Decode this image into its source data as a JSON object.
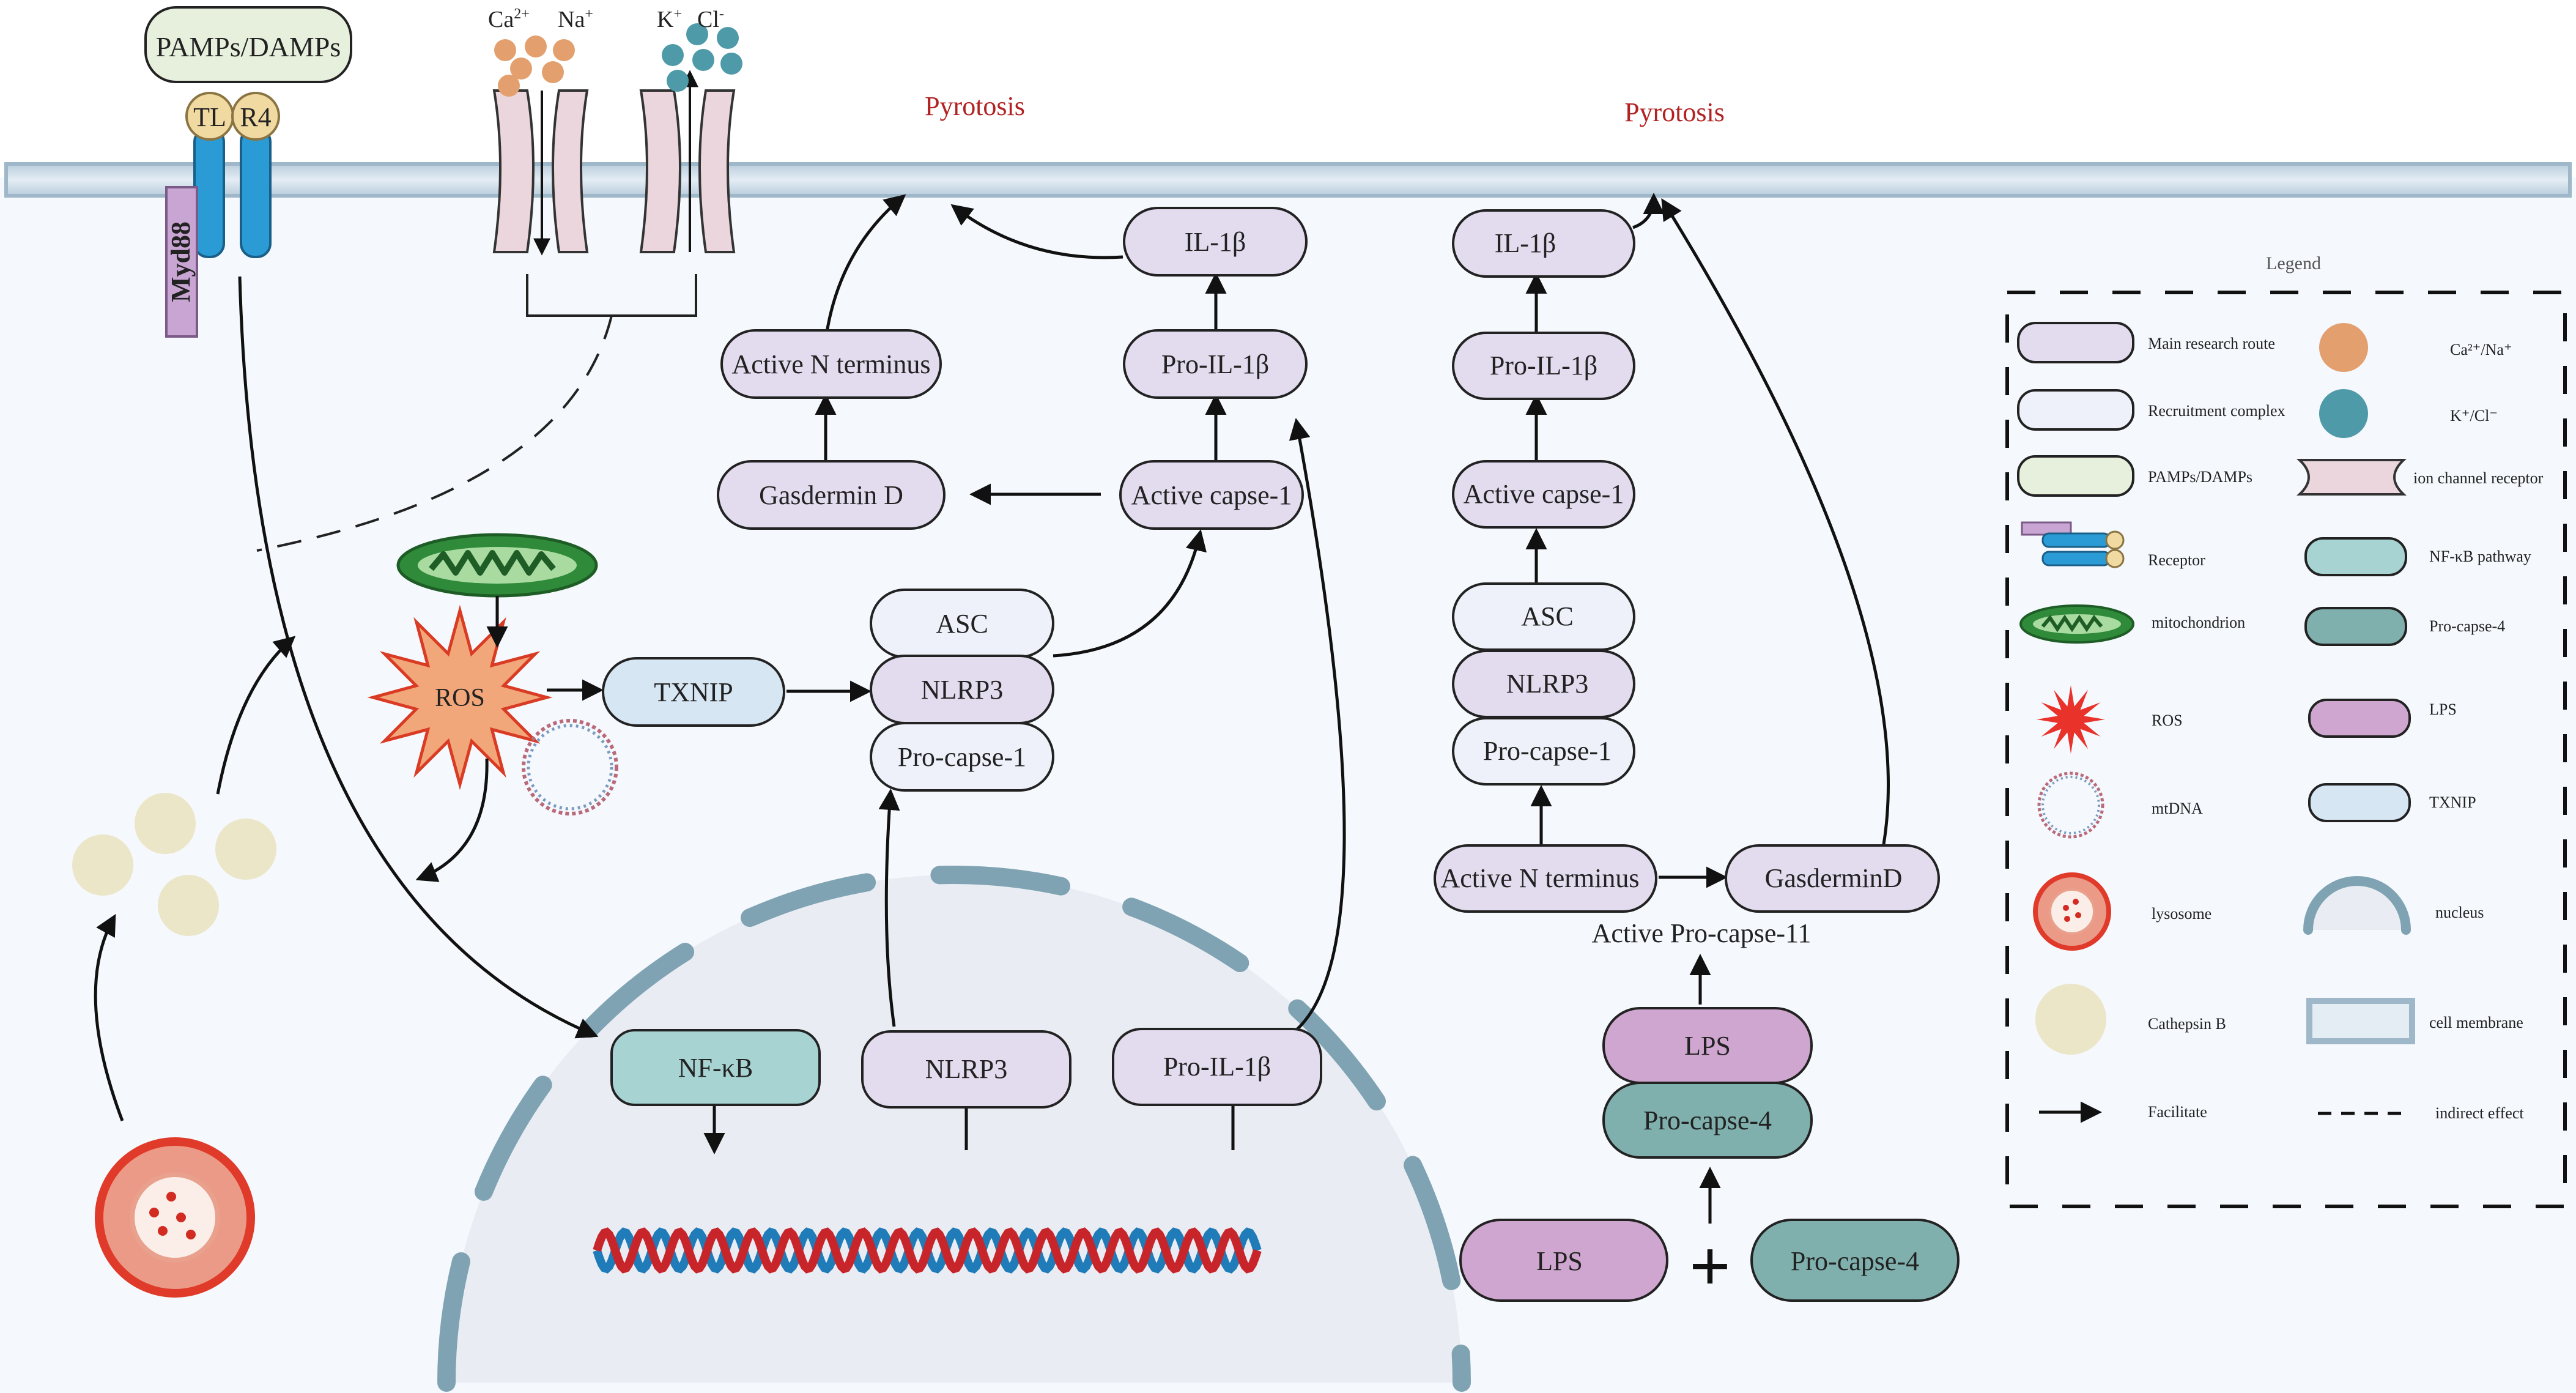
{
  "ions": {
    "left_cation": "Ca",
    "left_cation_sup": "2+",
    "left_cation2": "Na",
    "left_cation2_sup": "+",
    "right_cation": "K",
    "right_cation_sup": "+",
    "right_anion": "Cl",
    "right_anion_sup": "-"
  },
  "pamps_label": "PAMPs/DAMPs",
  "tlr_left": "TL",
  "tlr_right": "R4",
  "myd88": "Myd88",
  "pyrotosis_left": "Pyrotosis",
  "pyrotosis_right": "Pyrotosis",
  "left_route": {
    "il1b": "IL-1β",
    "pro_il1b": "Pro-IL-1β",
    "active_capse1": "Active capse-1",
    "active_n": "Active N terminus",
    "gasdermin_d": "Gasdermin D",
    "ros": "ROS",
    "txnip": "TXNIP",
    "asc": "ASC",
    "nlrp3": "NLRP3",
    "pro_capse1": "Pro-capse-1"
  },
  "nucleus": {
    "nfkb": "NF-κB",
    "nlrp3": "NLRP3",
    "pro_il1b": "Pro-IL-1β"
  },
  "right_route": {
    "il1b": "IL-1β",
    "pro_il1b": "Pro-IL-1β",
    "active_capse1": "Active capse-1",
    "asc": "ASC",
    "nlrp3": "NLRP3",
    "pro_capse1": "Pro-capse-1",
    "active_n": "Active N terminus",
    "gasdermin": "GasderminD",
    "active_pro_capse11": "Active Pro-capse-11",
    "lps_top": "LPS",
    "pro_capse4_top": "Pro-capse-4",
    "lps_bottom": "LPS",
    "plus": "+",
    "pro_capse4_bottom": "Pro-capse-4"
  },
  "legend": {
    "title": "Legend",
    "items": {
      "main_route": "Main research route",
      "ca_na": "Ca²⁺/Na⁺",
      "recruitment": "Recruitment complex",
      "k_cl": "K⁺/Cl⁻",
      "pamps": "PAMPs/DAMPs",
      "ion_channel": "ion channel receptor",
      "receptor": "Receptor",
      "nfkb": "NF-κB pathway",
      "mito": "mitochondrion",
      "pro_capse4": "Pro-capse-4",
      "ros": "ROS",
      "lps": "LPS",
      "mtdna": "mtDNA",
      "txnip": "TXNIP",
      "lysosome": "lysosome",
      "nucleus": "nucleus",
      "cathepsin": "Cathepsin B",
      "membrane": "cell membrane",
      "facilitate": "Facilitate",
      "indirect": "indirect effect"
    }
  },
  "colors": {
    "main_route": "#e3dbee",
    "recruitment": "#eef1fa",
    "pamps": "#e6f0dc",
    "nfkb": "#a8d3d3",
    "pro_capse4": "#7fb0ad",
    "lps": "#cfa6cf",
    "txnip": "#d7e6f3",
    "membrane": "#c5d6e2",
    "cytoplasm": "#f5f8fc",
    "nucleus": "#e9edf3",
    "pyrotosis": "#b22222"
  }
}
